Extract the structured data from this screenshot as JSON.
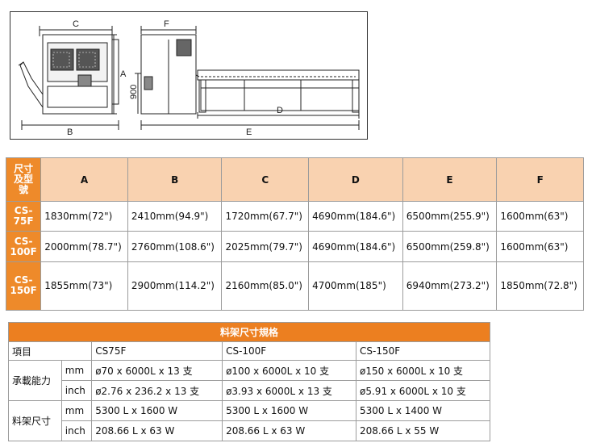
{
  "drawing": {
    "labels": {
      "a": "A",
      "b": "B",
      "c": "C",
      "d": "D",
      "e": "E",
      "f": "F",
      "h900": "900"
    }
  },
  "dimensions": {
    "corner": [
      "尺寸",
      "及型",
      "號"
    ],
    "columns": [
      "A",
      "B",
      "C",
      "D",
      "E",
      "F"
    ],
    "rows": [
      {
        "model": [
          "CS-",
          "75F"
        ],
        "values": [
          "1830mm(72\")",
          "2410mm(94.9\")",
          "1720mm(67.7\")",
          "4690mm(184.6\")",
          "6500mm(255.9\")",
          "1600mm(63\")"
        ]
      },
      {
        "model": [
          "CS-",
          "100F"
        ],
        "values": [
          "2000mm(78.7\")",
          "2760mm(108.6\")",
          "2025mm(79.7\")",
          "4690mm(184.6\")",
          "6500mm(259.8\")",
          "1600mm(63\")"
        ]
      },
      {
        "model": [
          "CS-",
          "150F"
        ],
        "values": [
          "1855mm(73\")",
          "2900mm(114.2\")",
          "2160mm(85.0\")",
          "4700mm(185\")",
          "6940mm(273.2\")",
          "1850mm(72.8\")"
        ]
      }
    ]
  },
  "rack": {
    "title": "料架尺寸規格",
    "item_label": "項目",
    "models": [
      "CS75F",
      "CS-100F",
      "CS-150F"
    ],
    "capacity_label": "承載能力",
    "size_label": "料架尺寸",
    "unit_mm": "mm",
    "unit_inch": "inch",
    "capacity_mm": [
      "ø70 x 6000L x 13 支",
      "ø100 x 6000L x 10 支",
      "ø150 x 6000L x 10 支"
    ],
    "capacity_inch": [
      "ø2.76 x 236.2 x 13 支",
      "ø3.93 x 6000L x 13 支",
      "ø5.91 x 6000L x 10 支"
    ],
    "size_mm": [
      "5300 L x 1600 W",
      "5300 L x 1600 W",
      "5300 L x 1400 W"
    ],
    "size_inch": [
      "208.66 L x 63 W",
      "208.66 L x 63 W",
      "208.66 L x 55 W"
    ]
  }
}
